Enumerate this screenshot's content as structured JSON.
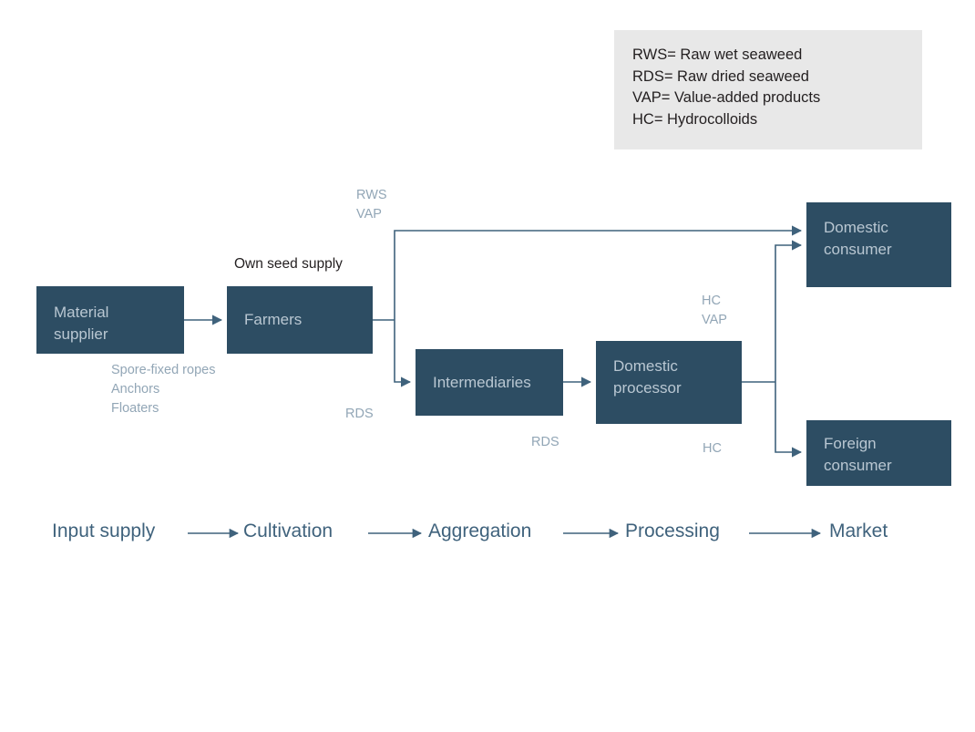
{
  "legend": {
    "title": "abbreviations",
    "lines": [
      "RWS= Raw wet seaweed",
      "RDS= Raw dried seaweed",
      "VAP= Value-added products",
      "HC= Hydrocolloids"
    ]
  },
  "nodes": [
    {
      "id": "material-supplier",
      "label": "Material\nsupplier"
    },
    {
      "id": "farmers",
      "label": "Farmers"
    },
    {
      "id": "intermediaries",
      "label": "Intermediaries"
    },
    {
      "id": "domestic-processor",
      "label": "Domestic\nprocessor"
    },
    {
      "id": "domestic-consumer",
      "label": "Domestic\nconsumer"
    },
    {
      "id": "foreign-consumer",
      "label": "Foreign\nconsumer"
    }
  ],
  "annotations": {
    "inputs": "Spore-fixed ropes\nAnchors\nFloaters",
    "own_seed_supply": "Own seed supply",
    "rws_vap": "RWS\nVAP",
    "rds_from_farmers": "RDS",
    "rds_from_intermediaries": "RDS",
    "hc_vap": "HC\nVAP",
    "hc_foreign": "HC"
  },
  "stages": [
    {
      "label": "Input supply"
    },
    {
      "label": "Cultivation"
    },
    {
      "label": "Aggregation"
    },
    {
      "label": "Processing"
    },
    {
      "label": "Market"
    }
  ],
  "colors": {
    "node_fill": "#2d4d63",
    "node_text": "#b9c7d2",
    "edge": "#3f627c",
    "annotation_text": "#92a6b6",
    "legend_bg": "#e8e8e8",
    "dark_text": "#231f20",
    "page_bg": "#ffffff"
  }
}
